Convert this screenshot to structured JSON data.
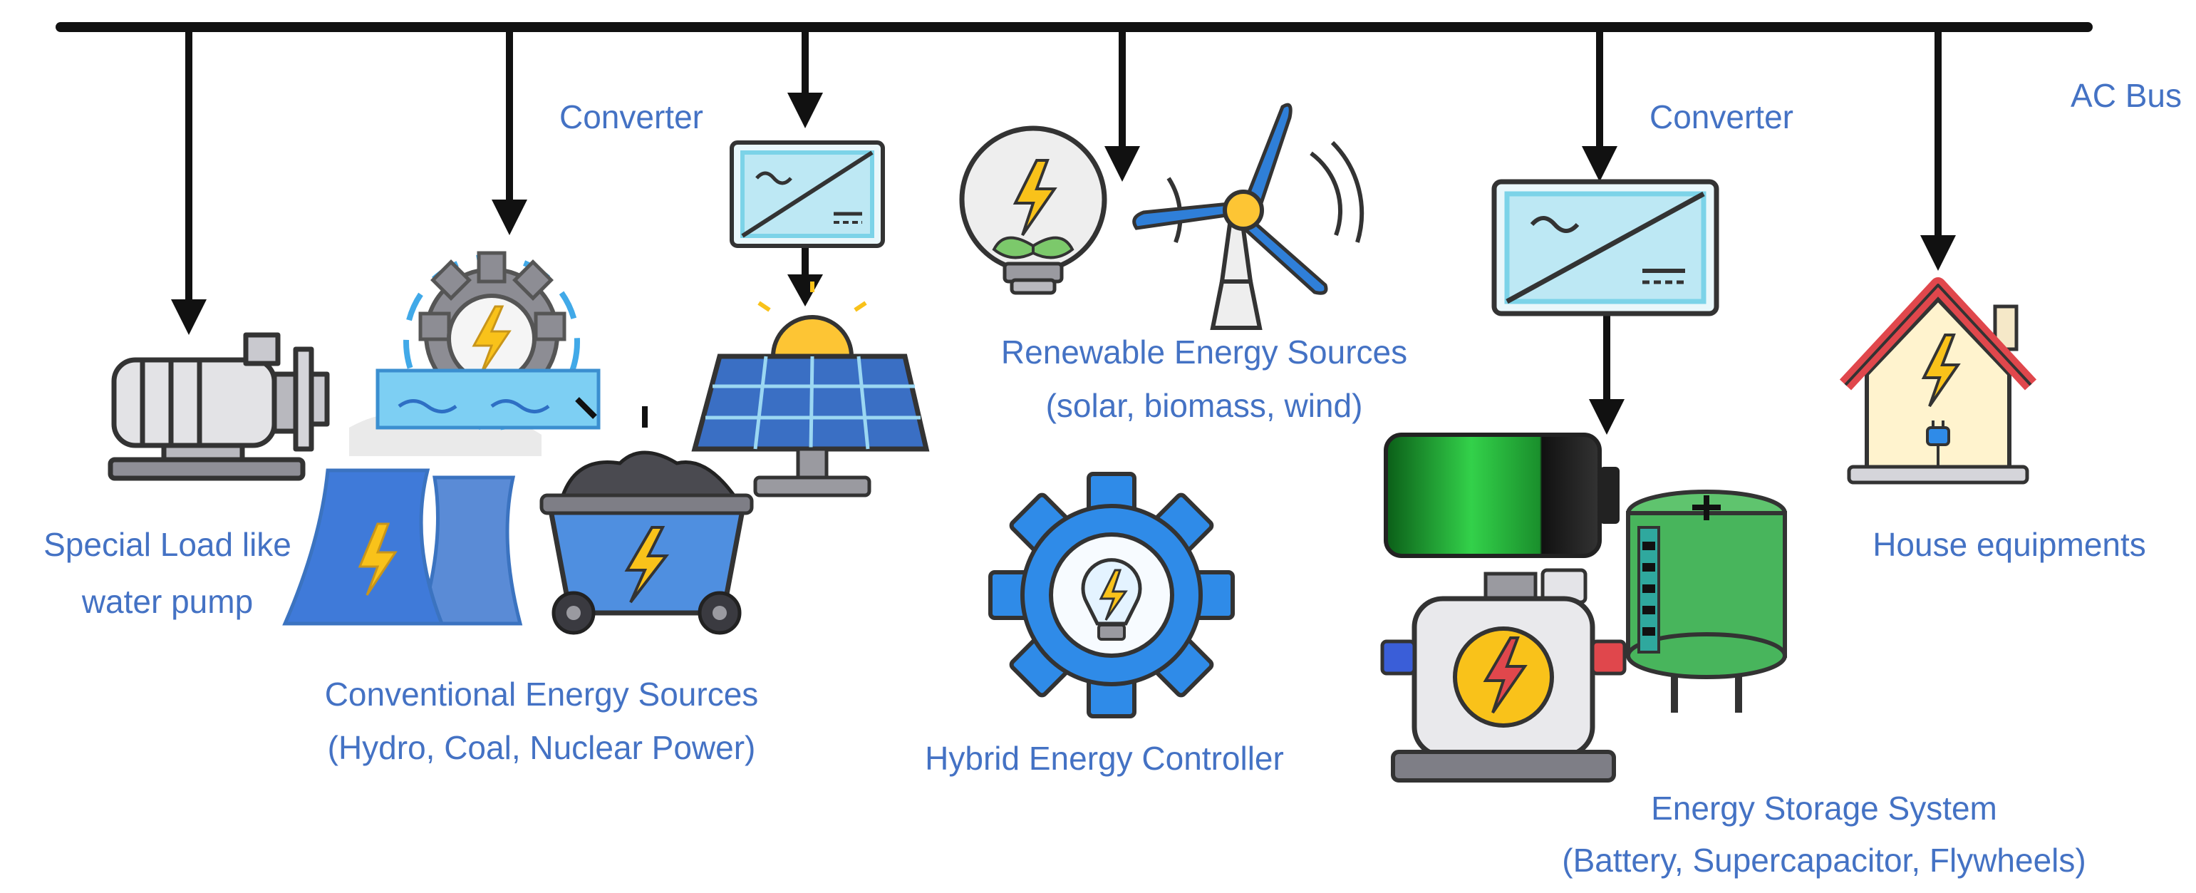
{
  "bus": {
    "label": "AC Bus"
  },
  "loads": {
    "pump_line1": "Special Load like",
    "pump_line2": "water pump",
    "house": "House equipments"
  },
  "conventional": {
    "line1": "Conventional Energy Sources",
    "line2": "(Hydro, Coal, Nuclear Power)"
  },
  "renewable": {
    "line1": "Renewable Energy Sources",
    "line2": "(solar, biomass, wind)"
  },
  "controller": {
    "label": "Hybrid Energy Controller"
  },
  "storage": {
    "line1": "Energy Storage System",
    "line2": "(Battery, Supercapacitor, Flywheels)"
  },
  "converters": {
    "left": "Converter",
    "right": "Converter"
  },
  "colors": {
    "text": "#4472C4",
    "bus": "#111111",
    "panel_blue": "#3A6FC4",
    "panel_frame": "#7CD3E8",
    "battery_green": "#22B14C",
    "house_roof": "#E0474C",
    "gear_blue": "#2F8BE8",
    "bolt_yellow": "#F9C21A"
  }
}
